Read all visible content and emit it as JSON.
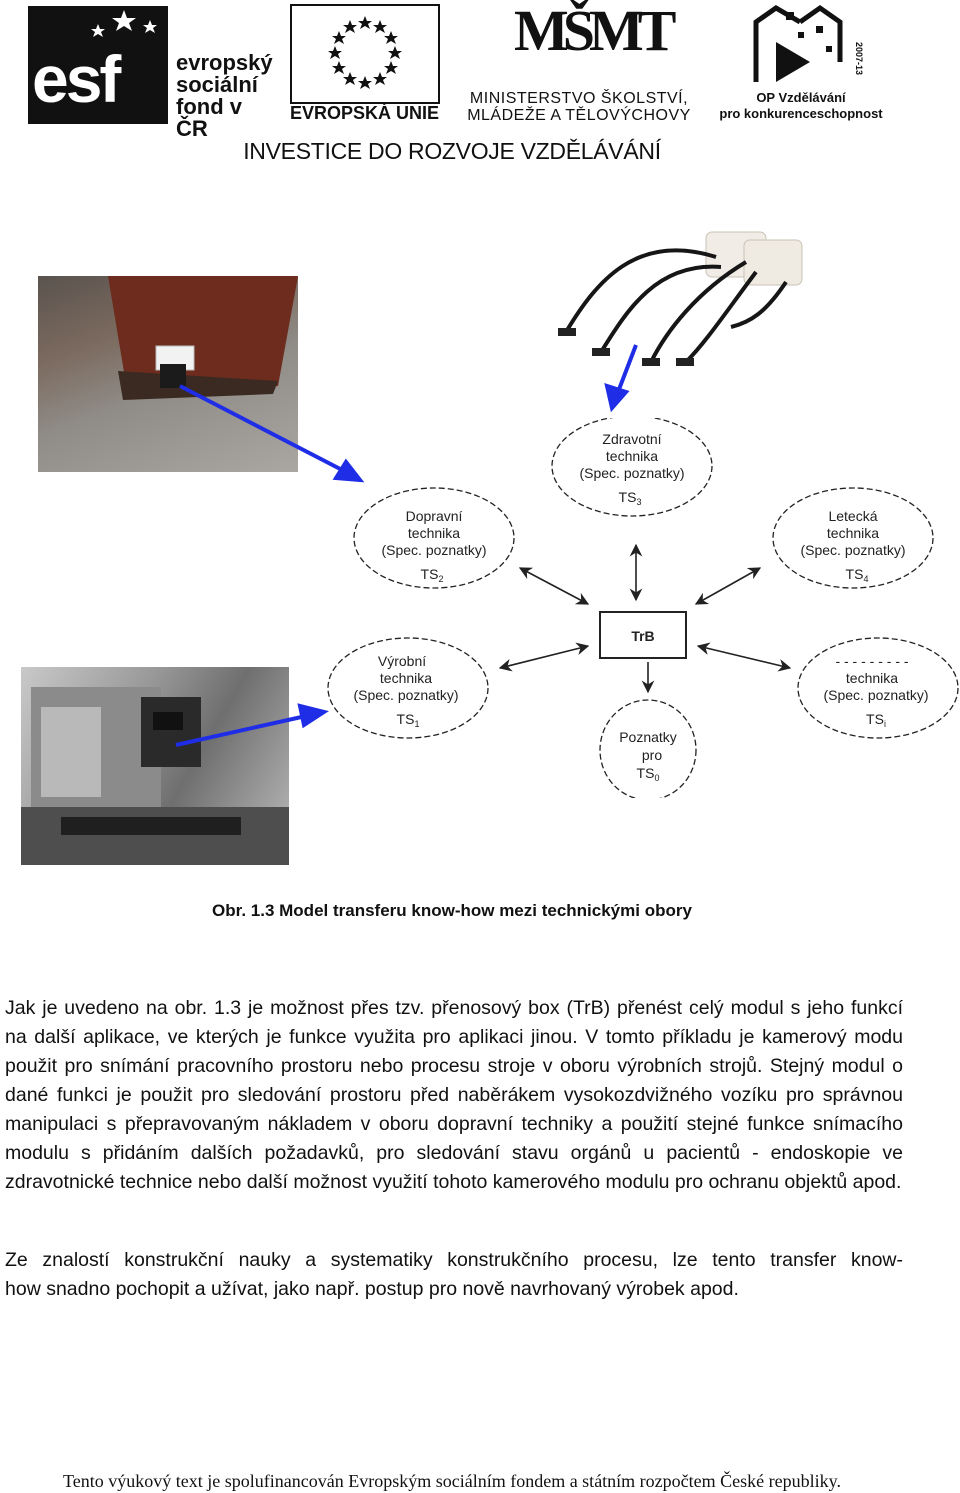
{
  "header": {
    "esf": {
      "letters": "esf",
      "text": "evropský\nsociální\nfond v ČR"
    },
    "eu": {
      "text": "EVROPSKÁ UNIE"
    },
    "msmt": {
      "mark": "MŠMT",
      "text": "MINISTERSTVO ŠKOLSTVÍ,\nMLÁDEŽE A TĚLOVÝCHOVY"
    },
    "op": {
      "text": "OP Vzdělávání\npro konkurenceschopnost",
      "years": "2007-13"
    },
    "slogan": "INVESTICE DO ROZVOJE VZDĚLÁVÁNÍ"
  },
  "figure": {
    "photos": [
      "forklift-camera",
      "machine-camera",
      "endoscope-lights"
    ],
    "arrow_color": "#1f2ee6",
    "center_box": "TrB",
    "nodes": {
      "ts2": {
        "lines": [
          "Dopravní",
          "technika",
          "(Spec. poznatky)"
        ],
        "tag": "TS",
        "sub": "2"
      },
      "ts3": {
        "lines": [
          "Zdravotní",
          "technika",
          "(Spec. poznatky)"
        ],
        "tag": "TS",
        "sub": "3"
      },
      "ts4": {
        "lines": [
          "Letecká",
          "technika",
          "(Spec. poznatky)"
        ],
        "tag": "TS",
        "sub": "4"
      },
      "ts1": {
        "lines": [
          "Výrobní",
          "technika",
          "(Spec. poznatky)"
        ],
        "tag": "TS",
        "sub": "1"
      },
      "tsi": {
        "lines": [
          "- - - - - - - - -",
          "technika",
          "(Spec. poznatky)"
        ],
        "tag": "TS",
        "sub": "i"
      },
      "ts0": {
        "lines": [
          "Poznatky",
          "pro"
        ],
        "tag": "TS",
        "sub": "0"
      }
    }
  },
  "caption": "Obr. 1.3  Model transferu know-how mezi technickými obory",
  "paragraphs": [
    "Jak je uvedeno na obr. 1.3 je možnost přes tzv. přenosový box (TrB) přenést celý modul s jeho funkcí na další aplikace, ve kterých je funkce využita pro aplikaci jinou. V tomto příkladu je kamerový modu použit pro snímání pracovního prostoru nebo procesu stroje v oboru výrobních strojů. Stejný modul o dané funkci je použit pro sledování prostoru před naběrákem vysokozdvižného vozíku pro správnou manipulaci s přepravovaným nákladem v oboru dopravní techniky a použití stejné funkce snímacího modulu s přidáním dalších požadavků, pro sledování stavu orgánů u pacientů - endoskopie ve zdravotnické technice nebo další možnost využití tohoto kamerového modulu pro ochranu objektů apod.",
    "Ze znalostí konstrukční nauky a systematiky konstrukčního procesu, lze tento transfer know-",
    "how snadno pochopit a užívat, jako např. postup pro nově navrhovaný výrobek apod."
  ],
  "footer": "Tento výukový text je spolufinancován Evropským sociálním fondem a státním rozpočtem České republiky."
}
